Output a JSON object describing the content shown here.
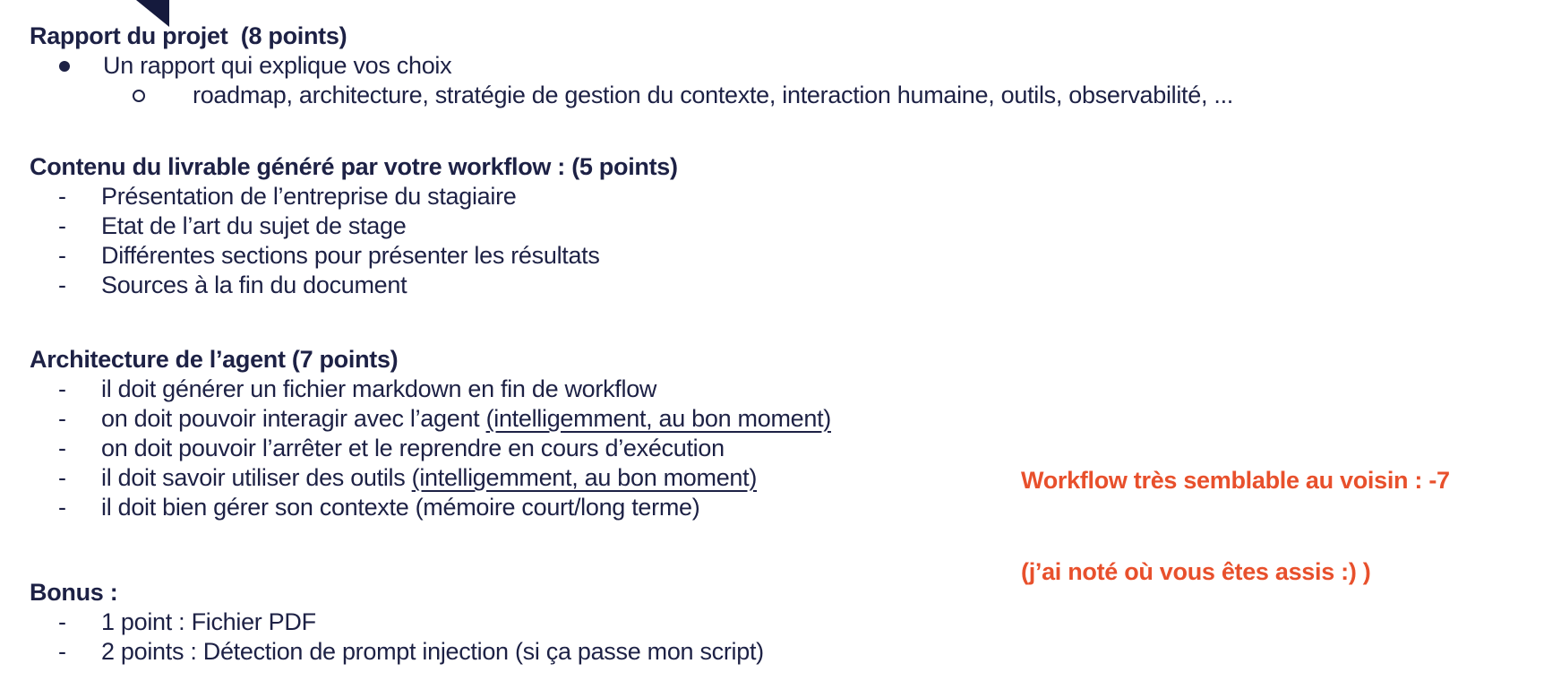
{
  "page": {
    "background_color": "#ffffff",
    "text_color": "#1d2145",
    "accent_color": "#e8502c",
    "triangle_color": "#151a3d"
  },
  "sections": [
    {
      "heading": "Rapport du projet  (8 points)",
      "items": [
        {
          "marker": "disc",
          "segments": [
            {
              "t": "Un rapport qui explique vos choix"
            }
          ]
        },
        {
          "marker": "circle",
          "segments": [
            {
              "t": "roadmap, architecture, stratégie de gestion du contexte, interaction humaine, outils, observabilité, ..."
            }
          ]
        }
      ]
    },
    {
      "heading": "Contenu du livrable généré par votre workflow : (5 points)",
      "items": [
        {
          "marker": "dash",
          "segments": [
            {
              "t": "Présentation de l’entreprise du stagiaire"
            }
          ]
        },
        {
          "marker": "dash",
          "segments": [
            {
              "t": "Etat de l’art du sujet de stage"
            }
          ]
        },
        {
          "marker": "dash",
          "segments": [
            {
              "t": "Différentes sections pour présenter les résultats"
            }
          ]
        },
        {
          "marker": "dash",
          "segments": [
            {
              "t": "Sources à la fin du document"
            }
          ]
        }
      ]
    },
    {
      "heading": "Architecture de l’agent (7 points)",
      "items": [
        {
          "marker": "dash",
          "segments": [
            {
              "t": "il doit générer un fichier markdown en fin de workflow"
            }
          ]
        },
        {
          "marker": "dash",
          "segments": [
            {
              "t": "on doit pouvoir interagir avec l’agent "
            },
            {
              "t": "(intelligemment, au bon moment)",
              "u": true
            }
          ]
        },
        {
          "marker": "dash",
          "segments": [
            {
              "t": "on doit pouvoir l’arrêter et le reprendre en cours d’exécution"
            }
          ]
        },
        {
          "marker": "dash",
          "segments": [
            {
              "t": "il doit savoir utiliser des outils "
            },
            {
              "t": "(intelligemment, au bon moment)",
              "u": true
            }
          ]
        },
        {
          "marker": "dash",
          "segments": [
            {
              "t": "il doit bien gérer son contexte (mémoire court/long terme)"
            }
          ]
        }
      ]
    },
    {
      "heading": "Bonus :",
      "items": [
        {
          "marker": "dash",
          "segments": [
            {
              "t": "1 point : Fichier PDF"
            }
          ]
        },
        {
          "marker": "dash",
          "segments": [
            {
              "t": "2 points : Détection de prompt injection (si ça passe mon script)"
            }
          ]
        }
      ]
    }
  ],
  "annotation": {
    "line1": "Workflow très semblable au voisin : -7",
    "line2": "(j’ai noté où vous êtes assis :) )",
    "color": "#e8502c"
  }
}
